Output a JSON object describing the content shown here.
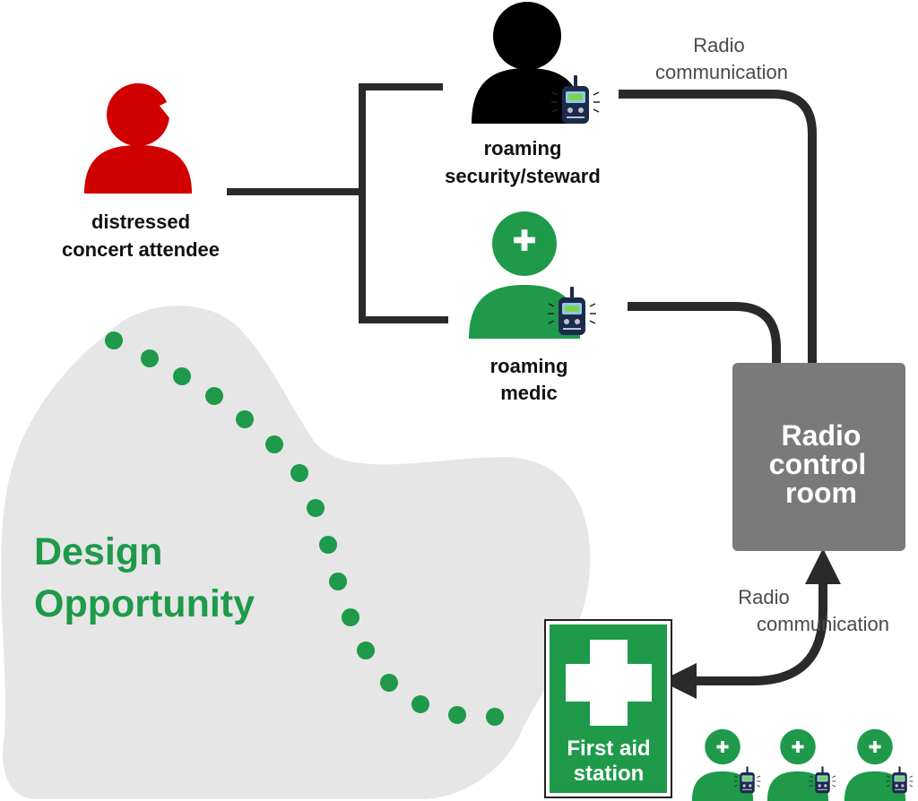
{
  "attendee": {
    "line1": "distressed",
    "line2": "concert attendee",
    "color": "#d10000"
  },
  "security": {
    "line1": "roaming",
    "line2": "security/steward",
    "color": "#000000"
  },
  "medic": {
    "line1": "roaming",
    "line2": "medic",
    "color": "#1e9a4a"
  },
  "radio_top": {
    "line1": "Radio",
    "line2": "communication"
  },
  "radio_bottom": {
    "line1": "Radio",
    "line2": "communication"
  },
  "control_room": {
    "line1": "Radio",
    "line2": "control",
    "line3": "room",
    "color": "#7a7a7a"
  },
  "first_aid": {
    "line1": "First aid",
    "line2": "station",
    "color": "#1e9a4a"
  },
  "design_opportunity": {
    "line1": "Design",
    "line2": "Opportunity",
    "blob_color": "#e6e6e6",
    "dot_color": "#1e9a4a"
  },
  "icons": [
    "person-icon",
    "medic-person-icon",
    "walkie-talkie-icon",
    "first-aid-cross-icon"
  ],
  "colors": {
    "connector": "#2a2a2a",
    "text_light": "#4a4a4a"
  }
}
